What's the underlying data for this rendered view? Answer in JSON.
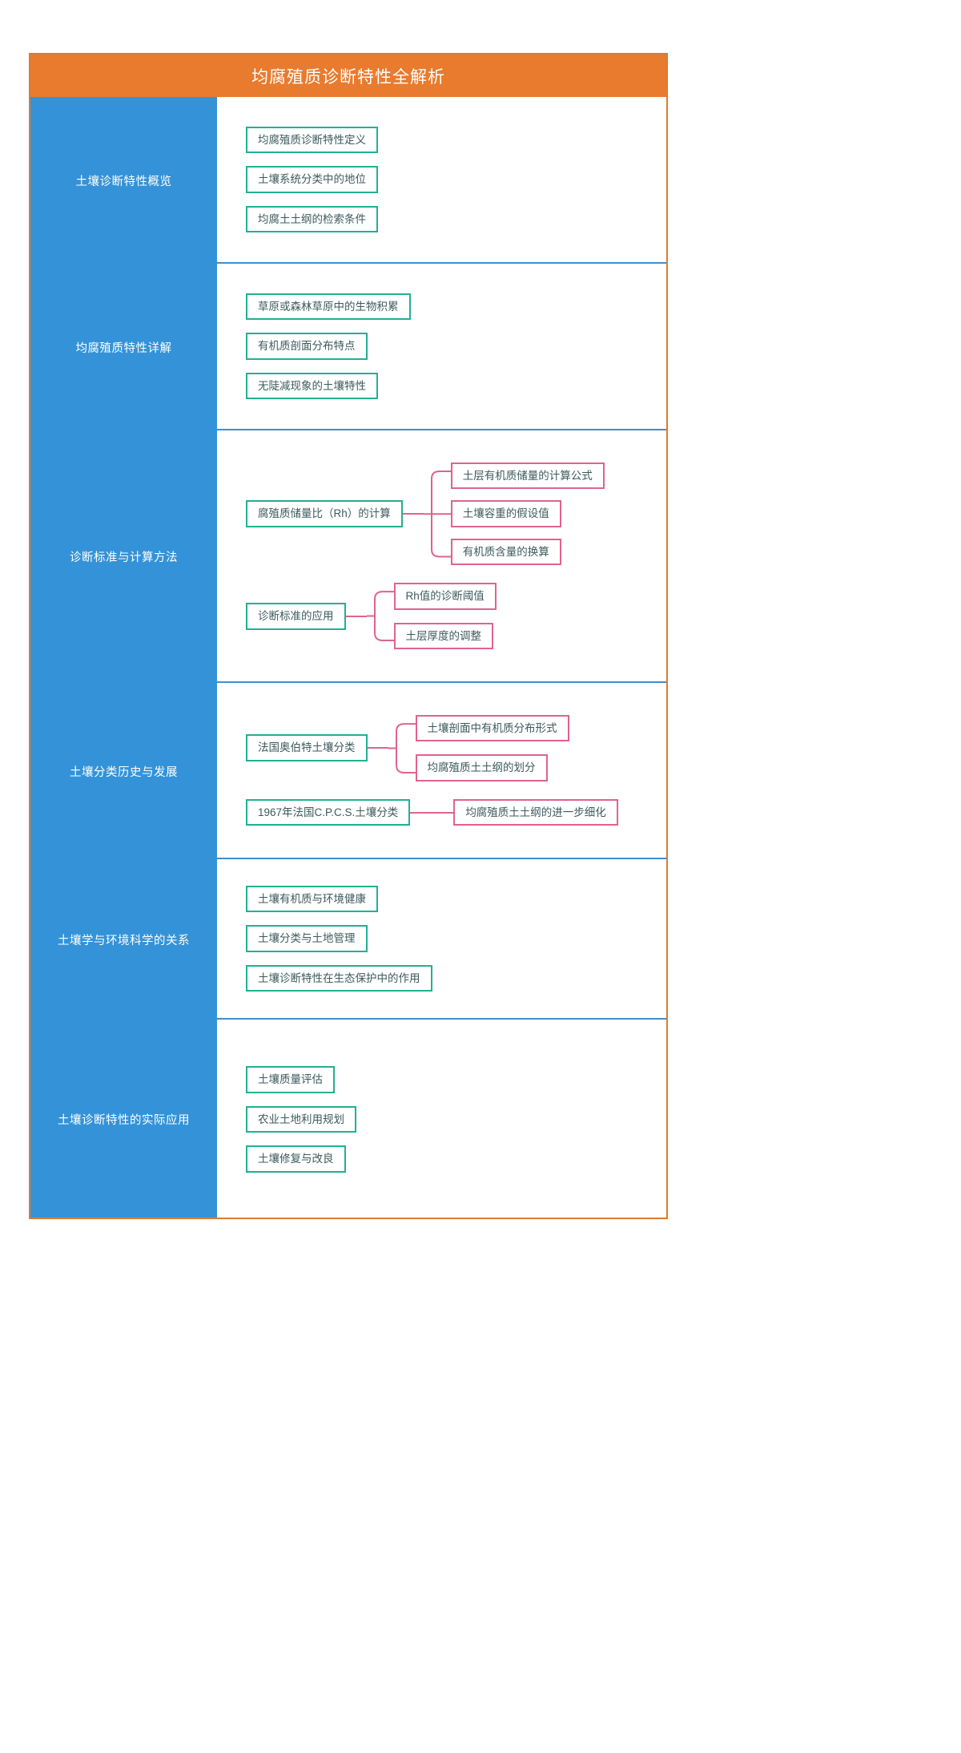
{
  "title": "均腐殖质诊断特性全解析",
  "colors": {
    "title_bar": "#e97b2e",
    "frame_border": "#e1792f",
    "sidebar": "#3493d8",
    "divider": "#3b8fd0",
    "node_border_green": "#22b093",
    "node_border_pink": "#e0638d",
    "node_text": "#3c5a5c"
  },
  "sections": [
    {
      "label": "土壤诊断特性概览",
      "nodes": [
        {
          "text": "均腐殖质诊断特性定义"
        },
        {
          "text": "土壤系统分类中的地位"
        },
        {
          "text": "均腐土土纲的检索条件"
        }
      ]
    },
    {
      "label": "均腐殖质特性详解",
      "nodes": [
        {
          "text": "草原或森林草原中的生物积累"
        },
        {
          "text": "有机质剖面分布特点"
        },
        {
          "text": "无陡减现象的土壤特性"
        }
      ]
    },
    {
      "label": "诊断标准与计算方法",
      "branches": [
        {
          "parent": "腐殖质储量比（Rh）的计算",
          "children": [
            "土层有机质储量的计算公式",
            "土壤容重的假设值",
            "有机质含量的换算"
          ]
        },
        {
          "parent": "诊断标准的应用",
          "children": [
            "Rh值的诊断阈值",
            "土层厚度的调整"
          ]
        }
      ]
    },
    {
      "label": "土壤分类历史与发展",
      "branches": [
        {
          "parent": "法国奥伯特土壤分类",
          "children": [
            "土壤剖面中有机质分布形式",
            "均腐殖质土土纲的划分"
          ]
        },
        {
          "parent": "1967年法国C.P.C.S.土壤分类",
          "children": [
            "均腐殖质土土纲的进一步细化"
          ]
        }
      ]
    },
    {
      "label": "土壤学与环境科学的关系",
      "nodes": [
        {
          "text": "土壤有机质与环境健康"
        },
        {
          "text": "土壤分类与土地管理"
        },
        {
          "text": "土壤诊断特性在生态保护中的作用"
        }
      ]
    },
    {
      "label": "土壤诊断特性的实际应用",
      "nodes": [
        {
          "text": "土壤质量评估"
        },
        {
          "text": "农业土地利用规划"
        },
        {
          "text": "土壤修复与改良"
        }
      ]
    }
  ]
}
